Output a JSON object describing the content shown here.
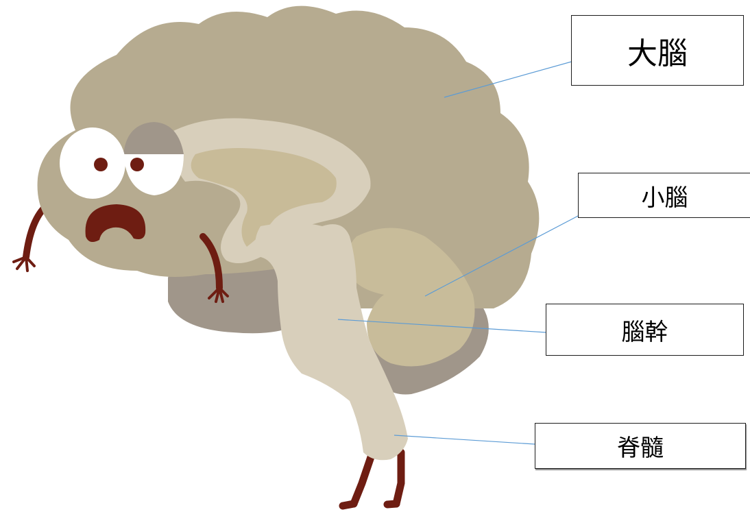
{
  "labels": {
    "cerebrum": "大腦",
    "cerebellum": "小腦",
    "brainstem": "腦幹",
    "spinal_cord": "脊髓"
  },
  "colors": {
    "cerebrum": "#b6ab90",
    "inner_band": "#d8cfbb",
    "corpus": "#c8bb98",
    "cerebellum": "#c8bc9a",
    "shadow": "#a0968a",
    "limb": "#6e1d12",
    "leader_line": "#5b9bd5"
  }
}
